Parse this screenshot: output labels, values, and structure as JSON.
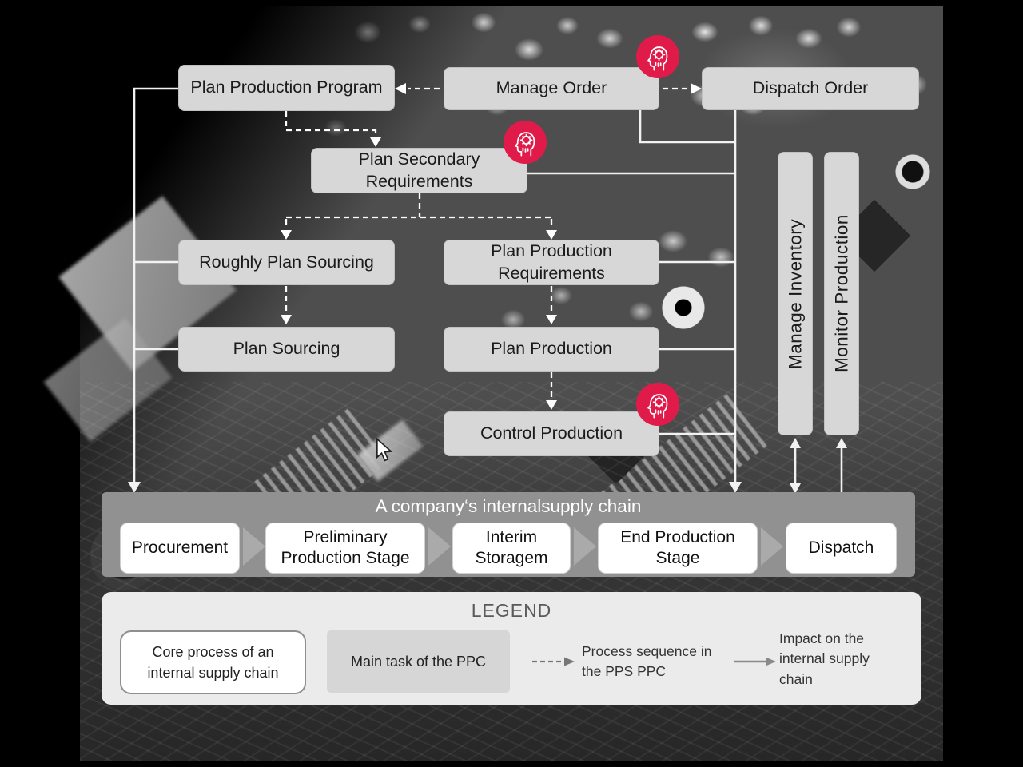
{
  "diagram": {
    "tasks": {
      "plan_production_program": "Plan Production Program",
      "manage_order": "Manage Order",
      "dispatch_order": "Dispatch Order",
      "plan_secondary_requirements": "Plan Secondary Requirements",
      "roughly_plan_sourcing": "Roughly Plan Sourcing",
      "plan_production_requirements": "Plan Production Requirements",
      "plan_sourcing": "Plan Sourcing",
      "plan_production": "Plan Production",
      "control_production": "Control Production",
      "manage_inventory": "Manage Inventory",
      "monitor_production": "Monitor Production"
    },
    "supply_chain": {
      "title": "A company‘s internalsupply  chain",
      "stages": [
        "Procurement",
        "Preliminary Production Stage",
        "Interim Storagem",
        "End Production Stage",
        "Dispatch"
      ]
    },
    "legend": {
      "title": "LEGEND",
      "core_process": "Core process of an internal supply chain",
      "main_task": "Main task of the PPC",
      "sequence": "Process sequence in the PPS PPC",
      "impact": "Impact on the internal supply chain"
    },
    "icons": {
      "badge": "ai-head-icon",
      "cursor": "mouse-cursor"
    },
    "colors": {
      "badge_red": "#E01B4A",
      "task_box": "#D7D7D7",
      "supply_bar": "#919191",
      "legend_bg": "#EBEBEB",
      "line_white": "#F2F2F2"
    }
  }
}
